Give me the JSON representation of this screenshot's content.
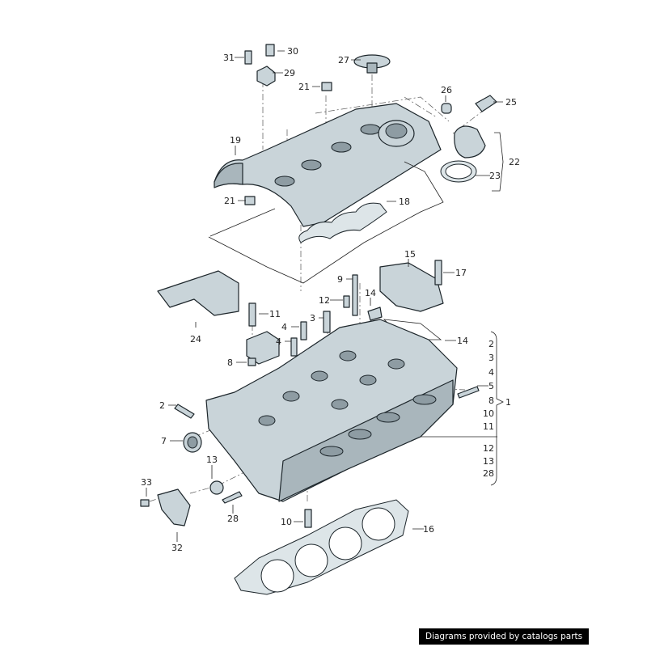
{
  "callouts": [
    "31",
    "30",
    "29",
    "27",
    "21",
    "26",
    "25",
    "19",
    "22",
    "23",
    "21",
    "18",
    "15",
    "17",
    "9",
    "12",
    "14",
    "11",
    "3",
    "4",
    "14",
    "4",
    "24",
    "8",
    "2",
    "7",
    "13",
    "33",
    "28",
    "10",
    "16",
    "32"
  ],
  "group": {
    "label": "1",
    "items_top": [
      "2",
      "3",
      "4",
      "5",
      "8",
      "10",
      "11"
    ],
    "items_bottom": [
      "12",
      "13",
      "28"
    ]
  },
  "credit": "Diagrams provided by catalogs parts"
}
